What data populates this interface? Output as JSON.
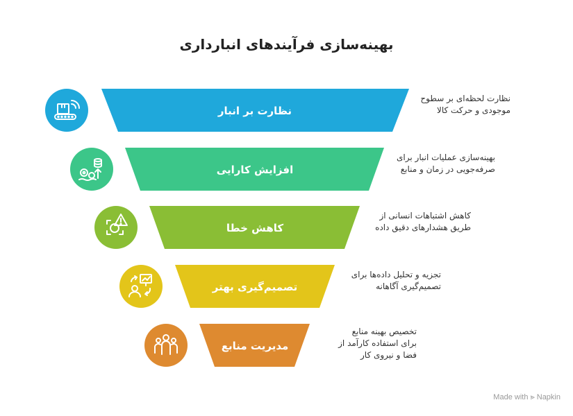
{
  "title": "بهینه‌سازی فرآیندهای انبارداری",
  "stages": [
    {
      "label": "نظارت بر انبار",
      "color": "#1fa8db",
      "icon": "warehouse-conveyor-wifi-icon",
      "desc_lines": [
        "نظارت لحظه‌ای بر سطوح",
        "موجودی و حرکت کالا"
      ]
    },
    {
      "label": "افزایش کارایی",
      "color": "#3cc689",
      "icon": "gears-database-growth-icon",
      "desc_lines": [
        "بهینه‌سازی عملیات انبار برای",
        "صرفه‌جویی در زمان و منابع"
      ]
    },
    {
      "label": "کاهش خطا",
      "color": "#8abe35",
      "icon": "warning-focus-icon",
      "desc_lines": [
        "کاهش اشتباهات انسانی از",
        "طریق هشدارهای دقیق داده"
      ]
    },
    {
      "label": "تصمیم‌گیری بهتر",
      "color": "#e3c51a",
      "icon": "analysis-decision-icon",
      "desc_lines": [
        "تجزیه و تحلیل داده‌ها برای",
        "تصمیم‌گیری آگاهانه"
      ]
    },
    {
      "label": "مدیریت منابع",
      "color": "#de8a30",
      "icon": "people-team-icon",
      "desc_lines": [
        "تخصیص بهینه منابع",
        "برای استفاده کارآمد از",
        "فضا و نیروی کار"
      ]
    }
  ],
  "watermark": "Made with ⪢ Napkin"
}
